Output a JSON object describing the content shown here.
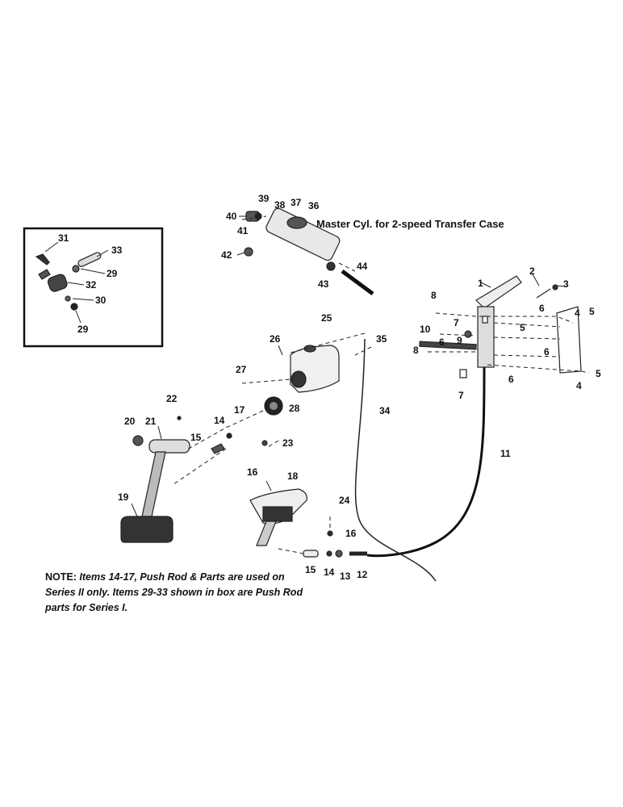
{
  "diagram": {
    "caption_master_cyl": "Master Cyl. for 2-speed Transfer Case",
    "note": {
      "prefix": "NOTE:",
      "body": "Items 14-17, Push Rod & Parts are used on Series II only. Items 29-33 shown in box are Push Rod parts for Series I."
    },
    "callouts": {
      "c1": "1",
      "c2": "2",
      "c3": "3",
      "c4a": "4",
      "c4b": "4",
      "c5a": "5",
      "c5b": "5",
      "c5c": "5",
      "c6a": "6",
      "c6b": "6",
      "c6c": "6",
      "c6d": "6",
      "c7a": "7",
      "c7b": "7",
      "c8a": "8",
      "c8b": "8",
      "c9": "9",
      "c10": "10",
      "c11": "11",
      "c12": "12",
      "c13": "13",
      "c14a": "14",
      "c14b": "14",
      "c15a": "15",
      "c15b": "15",
      "c16a": "16",
      "c16b": "16",
      "c17": "17",
      "c18": "18",
      "c19": "19",
      "c20": "20",
      "c21": "21",
      "c22": "22",
      "c23": "23",
      "c24": "24",
      "c25": "25",
      "c26": "26",
      "c27": "27",
      "c28": "28",
      "c29a": "29",
      "c29b": "29",
      "c30": "30",
      "c31": "31",
      "c32": "32",
      "c33": "33",
      "c34": "34",
      "c35": "35",
      "c36": "36",
      "c37": "37",
      "c38": "38",
      "c39": "39",
      "c40": "40",
      "c41": "41",
      "c42": "42",
      "c43": "43",
      "c44": "44"
    }
  }
}
